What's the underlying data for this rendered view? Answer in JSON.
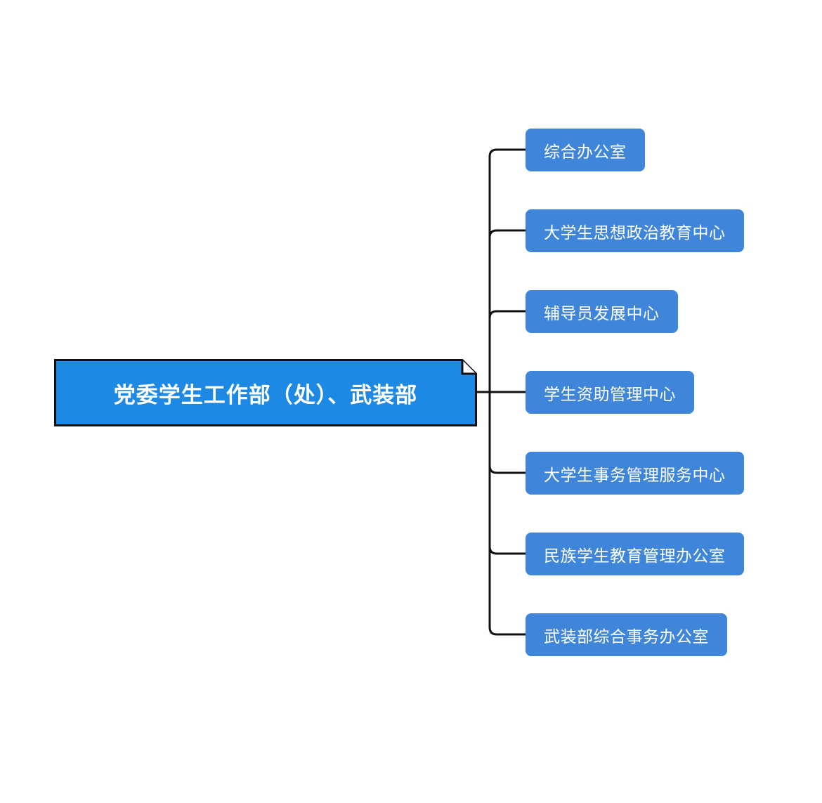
{
  "root": {
    "label": "党委学生工作部（处）、武装部",
    "fill_color": "#1e88e5",
    "border_color": "#111111"
  },
  "children": [
    {
      "label": "综合办公室"
    },
    {
      "label": "大学生思想政治教育中心"
    },
    {
      "label": "辅导员发展中心"
    },
    {
      "label": "学生资助管理中心"
    },
    {
      "label": "大学生事务管理服务中心"
    },
    {
      "label": "民族学生教育管理办公室"
    },
    {
      "label": "武装部综合事务办公室"
    }
  ],
  "colors": {
    "child_fill": "#3f86db",
    "connector": "#111111",
    "background": "#ffffff"
  }
}
